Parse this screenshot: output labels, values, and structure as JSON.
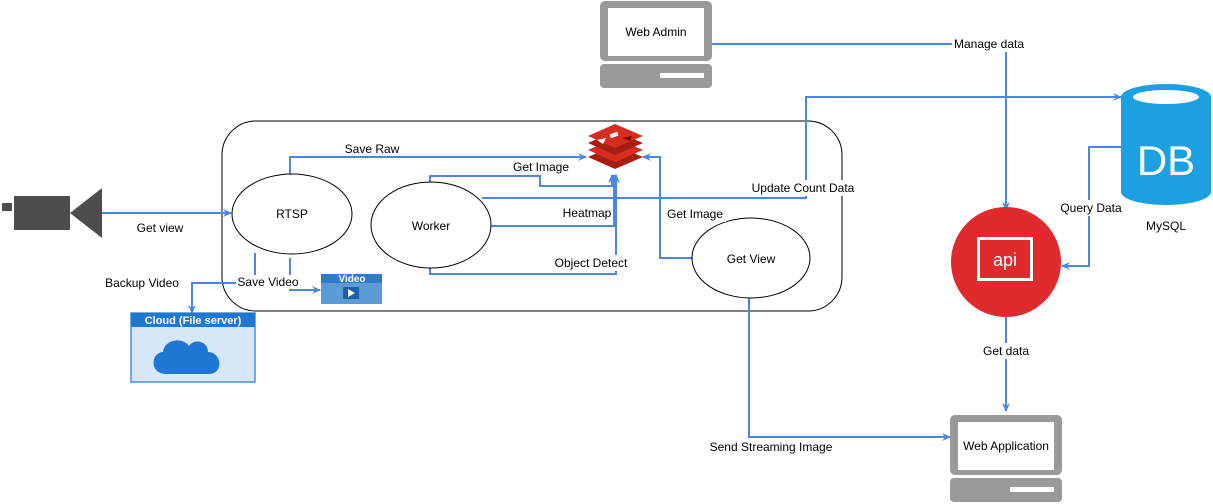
{
  "nodes": {
    "rtsp": "RTSP",
    "worker": "Worker",
    "get_view": "Get View",
    "web_admin": "Web Admin",
    "web_application": "Web Application",
    "cloud": "Cloud (File server)",
    "video": "Video",
    "db": "DB",
    "db_caption": "MySQL",
    "api": "api"
  },
  "edges": {
    "get_view": "Get view",
    "save_raw": "Save Raw",
    "get_image_worker": "Get Image",
    "heatmap": "Heatmap",
    "object_detect": "Object Detect",
    "get_image_view": "Get Image",
    "update_count": "Update Count Data",
    "backup_video": "Backup Video",
    "save_video": "Save Video",
    "manage_data": "Manage data",
    "query_data": "Query Data",
    "get_data": "Get data",
    "send_streaming": "Send Streaming Image"
  },
  "colors": {
    "connector": "#4a86e2",
    "redis": "#d82c20",
    "api": "#e02a2e",
    "db": "#1ba1e2",
    "cloud": "#4a90d9",
    "monitor": "#999999"
  },
  "icons": {
    "camera": "camera-icon",
    "redis": "redis-icon",
    "cloud": "cloud-icon",
    "video": "video-icon",
    "db": "database-icon",
    "api": "api-icon",
    "monitor": "monitor-icon"
  }
}
